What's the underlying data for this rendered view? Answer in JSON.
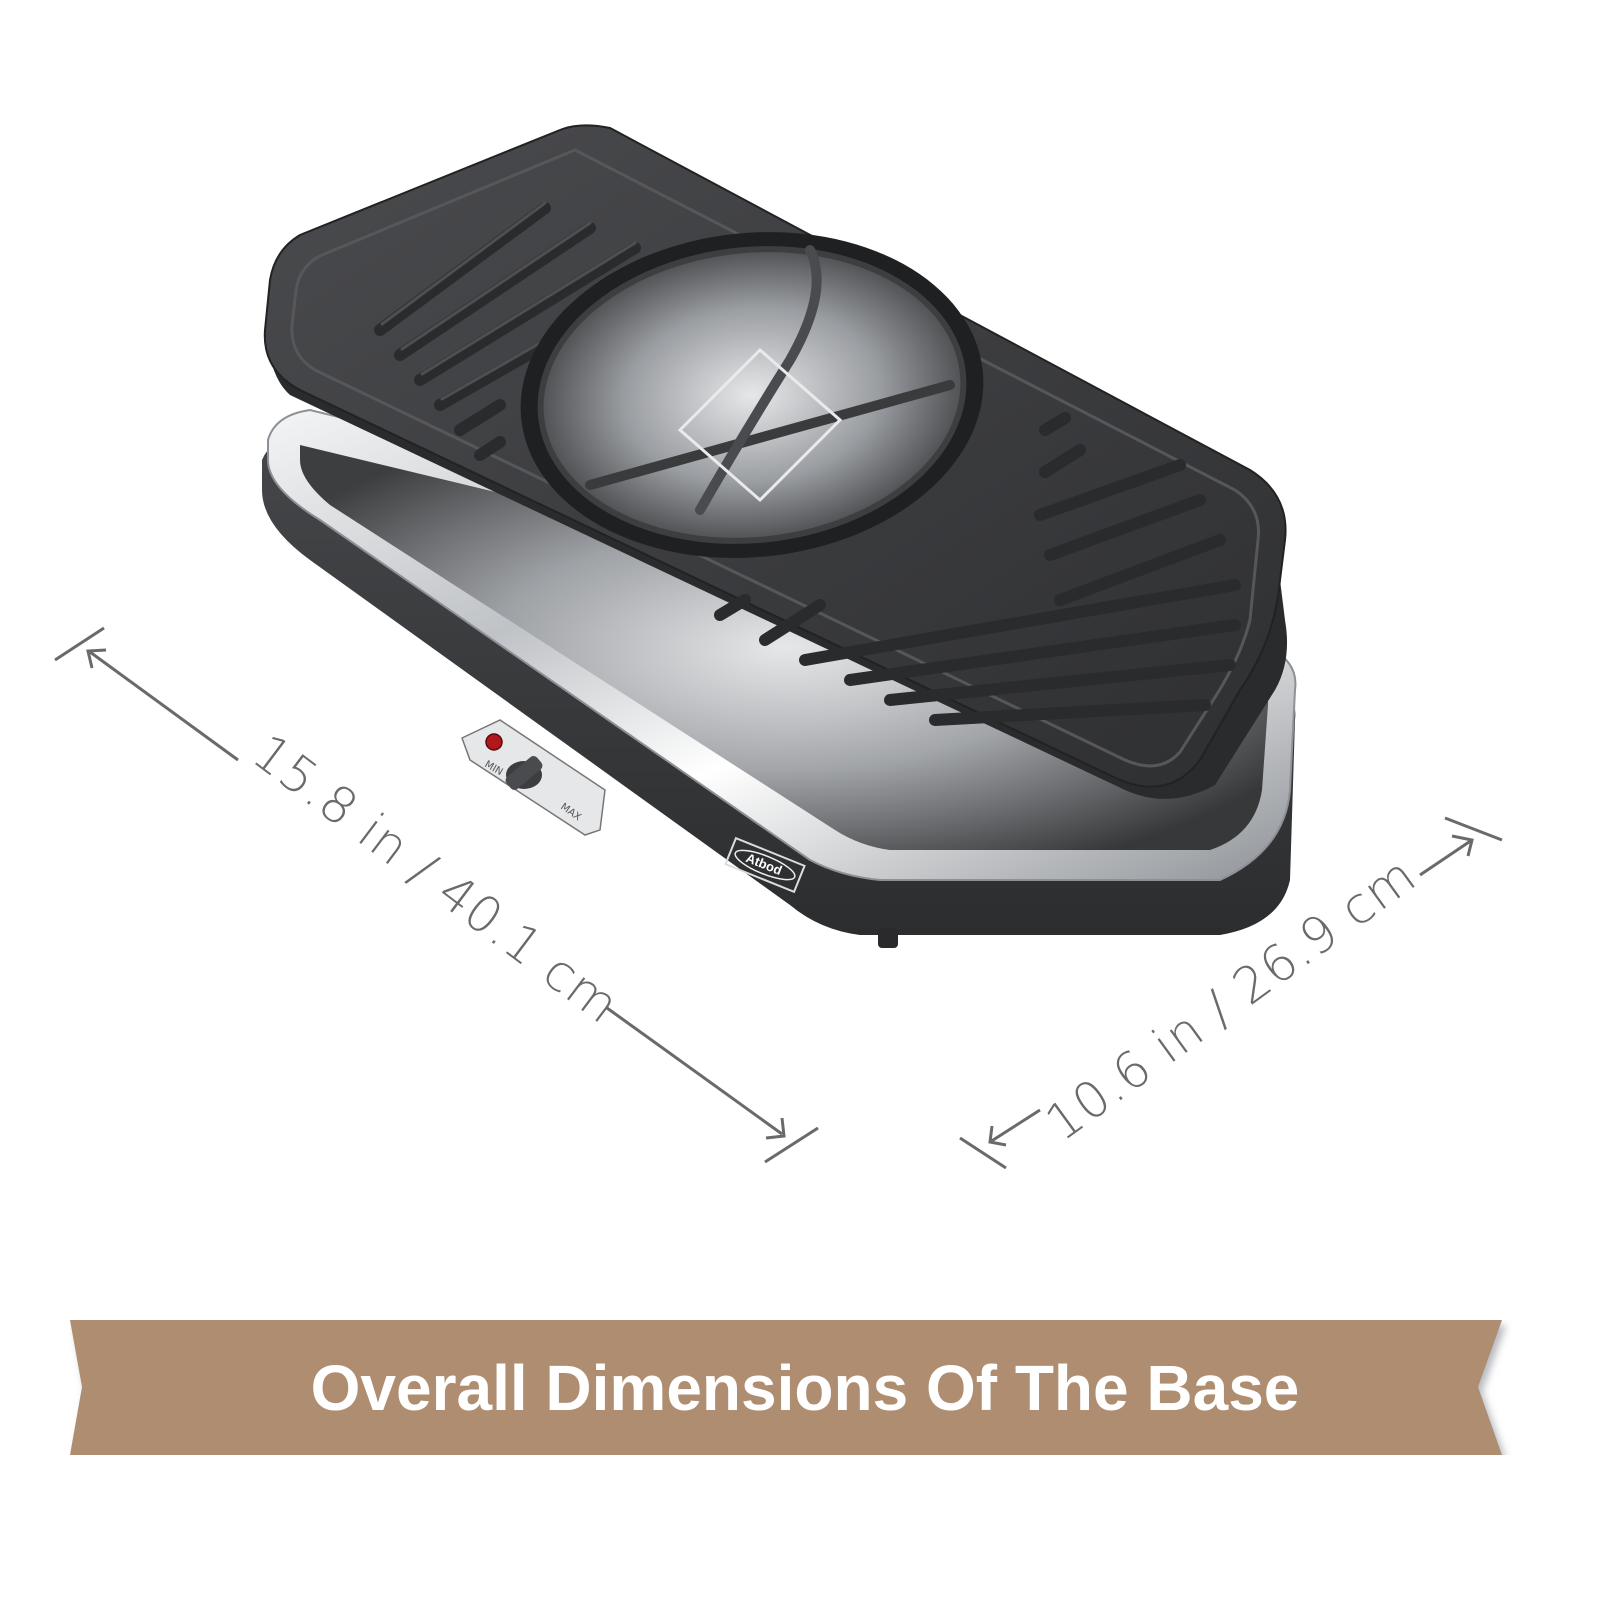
{
  "product": {
    "brand_badge": "Atbod",
    "control": {
      "min_label": "MIN",
      "max_label": "MAX"
    }
  },
  "dimensions": {
    "length": {
      "label": "15.8 in / 40.1 cm",
      "value_in": 15.8,
      "value_cm": 40.1
    },
    "width": {
      "label": "10.6 in / 26.9 cm",
      "value_in": 10.6,
      "value_cm": 26.9
    }
  },
  "banner": {
    "title": "Overall Dimensions Of The Base",
    "color": "#af8d70",
    "text_color": "#ffffff"
  },
  "colors": {
    "grill_plate": "#3a3b3d",
    "chrome": "#d7d9dc",
    "base": "#3b3c3e",
    "dimension_lines": "#6a6a6a",
    "indicator_light": "#b0181c"
  }
}
